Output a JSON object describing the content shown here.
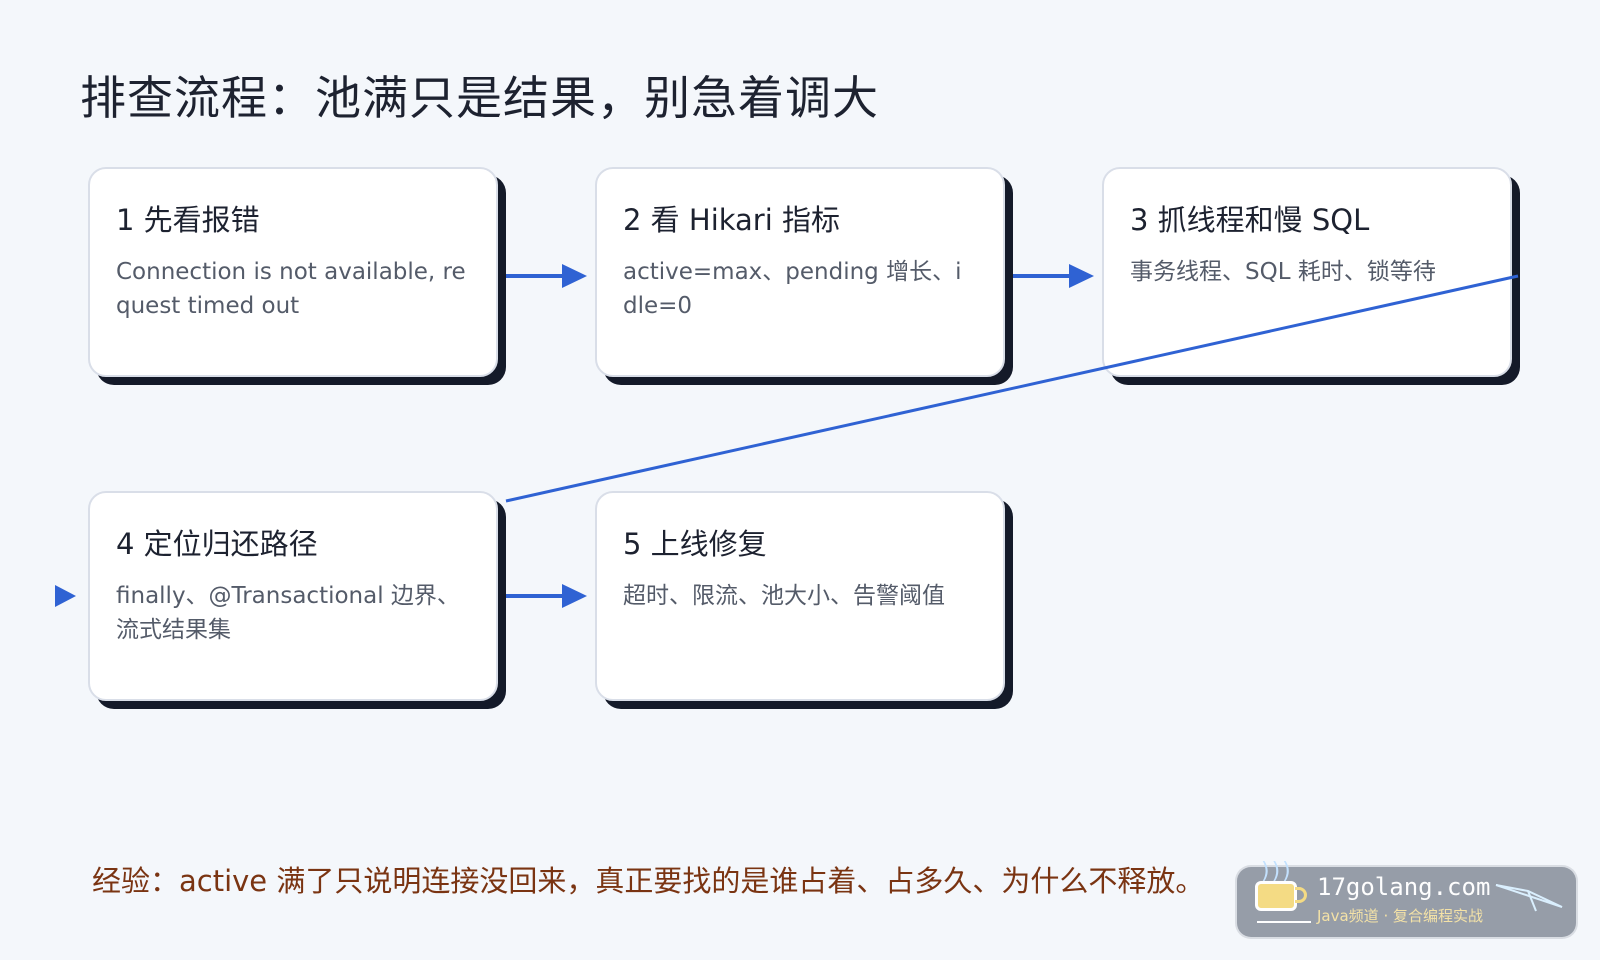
{
  "title": "排查流程：池满只是结果，别急着调大",
  "steps": [
    {
      "title": "1 先看报错",
      "body": "Connection is not available, request timed out"
    },
    {
      "title": "2 看 Hikari 指标",
      "body": "active=max、pending 增长、idle=0"
    },
    {
      "title": "3 抓线程和慢 SQL",
      "body": "事务线程、SQL 耗时、锁等待"
    },
    {
      "title": "4 定位归还路径",
      "body": "finally、@Transactional 边界、流式结果集"
    },
    {
      "title": "5 上线修复",
      "body": "超时、限流、池大小、告警阈值"
    }
  ],
  "note": "经验：active 满了只说明连接没回来，真正要找的是谁占着、占多久、为什么不释放。",
  "watermark": {
    "logo": "17golang.com",
    "tagline": "Java频道 · 复合编程实战"
  },
  "colors": {
    "arrow": "#2f62d3",
    "card_shadow": "#141a29",
    "note": "#7a3412"
  }
}
